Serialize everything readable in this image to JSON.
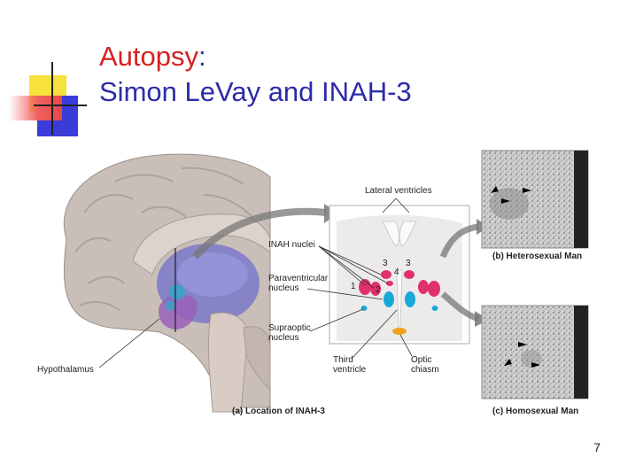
{
  "title": {
    "part1": "Autopsy",
    "colon": ":",
    "line2": "Simon LeVay and INAH-3"
  },
  "figure": {
    "labels": {
      "lateral_ventricles": "Lateral ventricles",
      "inah_nuclei": "INAH nuclei",
      "paraventricular": "Paraventricular\nnucleus",
      "supraoptic": "Supraoptic\nnucleus",
      "third_ventricle": "Third\nventricle",
      "optic_chiasm": "Optic\nchiasm",
      "hypothalamus": "Hypothalamus"
    },
    "nuclei_numbers": [
      "3",
      "3",
      "4",
      "1",
      "2"
    ],
    "captions": {
      "a": "(a) Location of INAH-3",
      "b": "(b) Heterosexual Man",
      "c": "(c) Homosexual Man"
    }
  },
  "colors": {
    "title_red": "#d62020",
    "title_blue": "#2c2ca8",
    "inah_pink": "#e0306a",
    "nucleus_cyan": "#18a8d8",
    "chiasm_orange": "#f0a020"
  },
  "page_number": "7"
}
